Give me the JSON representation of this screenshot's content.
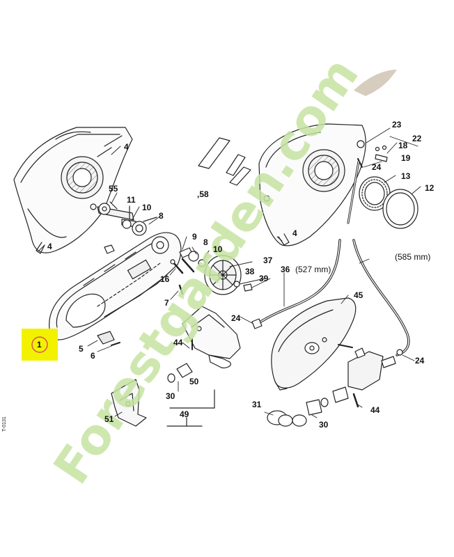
{
  "diagram": {
    "labels": [
      {
        "id": "l4a",
        "text": "4"
      },
      {
        "id": "l55",
        "text": "55"
      },
      {
        "id": "l11",
        "text": "11"
      },
      {
        "id": "l10a",
        "text": "10"
      },
      {
        "id": "l8a",
        "text": "8"
      },
      {
        "id": "l4b",
        "text": "4"
      },
      {
        "id": "l9",
        "text": "9"
      },
      {
        "id": "l8b",
        "text": "8"
      },
      {
        "id": "l10b",
        "text": "10"
      },
      {
        "id": "l16",
        "text": "16"
      },
      {
        "id": "l7",
        "text": "7"
      },
      {
        "id": "l5",
        "text": "5"
      },
      {
        "id": "l6",
        "text": "6"
      },
      {
        "id": "l58",
        "text": ",58"
      },
      {
        "id": "l37",
        "text": "37"
      },
      {
        "id": "l38",
        "text": "38"
      },
      {
        "id": "l39",
        "text": "39"
      },
      {
        "id": "l36",
        "text": "36"
      },
      {
        "id": "l24a",
        "text": "24"
      },
      {
        "id": "l44a",
        "text": "44"
      },
      {
        "id": "l50",
        "text": "50"
      },
      {
        "id": "l30a",
        "text": "30"
      },
      {
        "id": "l49",
        "text": "49"
      },
      {
        "id": "l51",
        "text": "51"
      },
      {
        "id": "l4c",
        "text": "4"
      },
      {
        "id": "l23",
        "text": "23"
      },
      {
        "id": "l22",
        "text": "22"
      },
      {
        "id": "l18",
        "text": "18"
      },
      {
        "id": "l19",
        "text": "19"
      },
      {
        "id": "l24b",
        "text": "24"
      },
      {
        "id": "l13",
        "text": "13"
      },
      {
        "id": "l12",
        "text": "12"
      },
      {
        "id": "l45",
        "text": "45"
      },
      {
        "id": "l24c",
        "text": "24"
      },
      {
        "id": "l31",
        "text": "31"
      },
      {
        "id": "l44b",
        "text": "44"
      },
      {
        "id": "l30b",
        "text": "30"
      },
      {
        "id": "l1",
        "text": "1"
      }
    ],
    "dimension_a": "(527 mm)",
    "dimension_b": "(585 mm)",
    "side_code": "T-0131",
    "watermark": "Forestgarden.com",
    "colors": {
      "line": "#222222",
      "highlight_fill": "#f2f200",
      "badge_ring": "#d9534f",
      "watermark_green": "#c6e3a2",
      "watermark_brown": "#cfc5b4"
    }
  }
}
